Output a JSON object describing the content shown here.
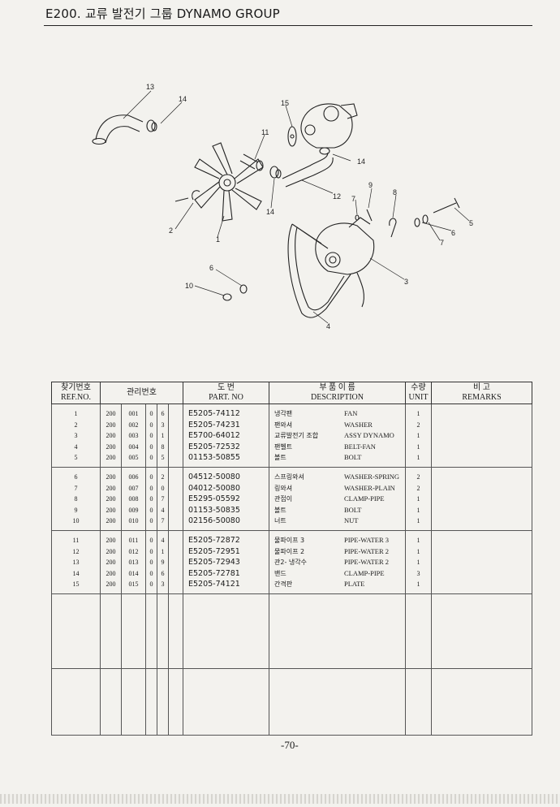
{
  "header": {
    "title": "E200. 교류 발전기 그룹 DYNAMO GROUP"
  },
  "diagram": {
    "callouts": [
      "13",
      "14",
      "15",
      "11",
      "14",
      "12",
      "14",
      "9",
      "8",
      "7",
      "5",
      "6",
      "7",
      "2",
      "1",
      "6",
      "10",
      "3",
      "4"
    ]
  },
  "table": {
    "headers": {
      "ref_kr": "찾기번호",
      "ref_en": "REF.NO.",
      "mgmt_kr": "관리번호",
      "part_kr": "도 번",
      "part_en": "PART. NO",
      "desc_kr": "부 품 이 름",
      "desc_en": "DESCRIPTION",
      "unit_kr": "수량",
      "unit_en": "UNIT",
      "rem_kr": "비 고",
      "rem_en": "REMARKS"
    },
    "rows": [
      {
        "ref": "1",
        "m1": "200",
        "m2": "001",
        "m3": "0",
        "m4": "6",
        "part": "E5205-74112",
        "kr": "냉각팬",
        "en": "FAN",
        "unit": "1"
      },
      {
        "ref": "2",
        "m1": "200",
        "m2": "002",
        "m3": "0",
        "m4": "3",
        "part": "E5205-74231",
        "kr": "팬와셔",
        "en": "WASHER",
        "unit": "2"
      },
      {
        "ref": "3",
        "m1": "200",
        "m2": "003",
        "m3": "0",
        "m4": "1",
        "part": "E5700-64012",
        "kr": "교류발전기 조합",
        "en": "ASSY DYNAMO",
        "unit": "1"
      },
      {
        "ref": "4",
        "m1": "200",
        "m2": "004",
        "m3": "0",
        "m4": "8",
        "part": "E5205-72532",
        "kr": "팬벨트",
        "en": "BELT-FAN",
        "unit": "1"
      },
      {
        "ref": "5",
        "m1": "200",
        "m2": "005",
        "m3": "0",
        "m4": "5",
        "part": "01153-50855",
        "kr": "볼트",
        "en": "BOLT",
        "unit": "1"
      },
      {
        "ref": "6",
        "m1": "200",
        "m2": "006",
        "m3": "0",
        "m4": "2",
        "part": "04512-50080",
        "kr": "스프링와셔",
        "en": "WASHER-SPRING",
        "unit": "2"
      },
      {
        "ref": "7",
        "m1": "200",
        "m2": "007",
        "m3": "0",
        "m4": "0",
        "part": "04012-50080",
        "kr": "링와셔",
        "en": "WASHER-PLAIN",
        "unit": "2"
      },
      {
        "ref": "8",
        "m1": "200",
        "m2": "008",
        "m3": "0",
        "m4": "7",
        "part": "E5295-05592",
        "kr": "관접이",
        "en": "CLAMP-PIPE",
        "unit": "1"
      },
      {
        "ref": "9",
        "m1": "200",
        "m2": "009",
        "m3": "0",
        "m4": "4",
        "part": "01153-50835",
        "kr": "볼트",
        "en": "BOLT",
        "unit": "1"
      },
      {
        "ref": "10",
        "m1": "200",
        "m2": "010",
        "m3": "0",
        "m4": "7",
        "part": "02156-50080",
        "kr": "너트",
        "en": "NUT",
        "unit": "1"
      },
      {
        "ref": "11",
        "m1": "200",
        "m2": "011",
        "m3": "0",
        "m4": "4",
        "part": "E5205-72872",
        "kr": "물파이프 3",
        "en": "PIPE-WATER 3",
        "unit": "1"
      },
      {
        "ref": "12",
        "m1": "200",
        "m2": "012",
        "m3": "0",
        "m4": "1",
        "part": "E5205-72951",
        "kr": "물파이프 2",
        "en": "PIPE-WATER 2",
        "unit": "1"
      },
      {
        "ref": "13",
        "m1": "200",
        "m2": "013",
        "m3": "0",
        "m4": "9",
        "part": "E5205-72943",
        "kr": "관2- 냉각수",
        "en": "PIPE-WATER 2",
        "unit": "1"
      },
      {
        "ref": "14",
        "m1": "200",
        "m2": "014",
        "m3": "0",
        "m4": "6",
        "part": "E5205-72781",
        "kr": "밴드",
        "en": "CLAMP-PIPE",
        "unit": "3"
      },
      {
        "ref": "15",
        "m1": "200",
        "m2": "015",
        "m3": "0",
        "m4": "3",
        "part": "E5205-74121",
        "kr": "간격판",
        "en": "PLATE",
        "unit": "1"
      }
    ]
  },
  "footer": {
    "page_number": "-70-"
  }
}
